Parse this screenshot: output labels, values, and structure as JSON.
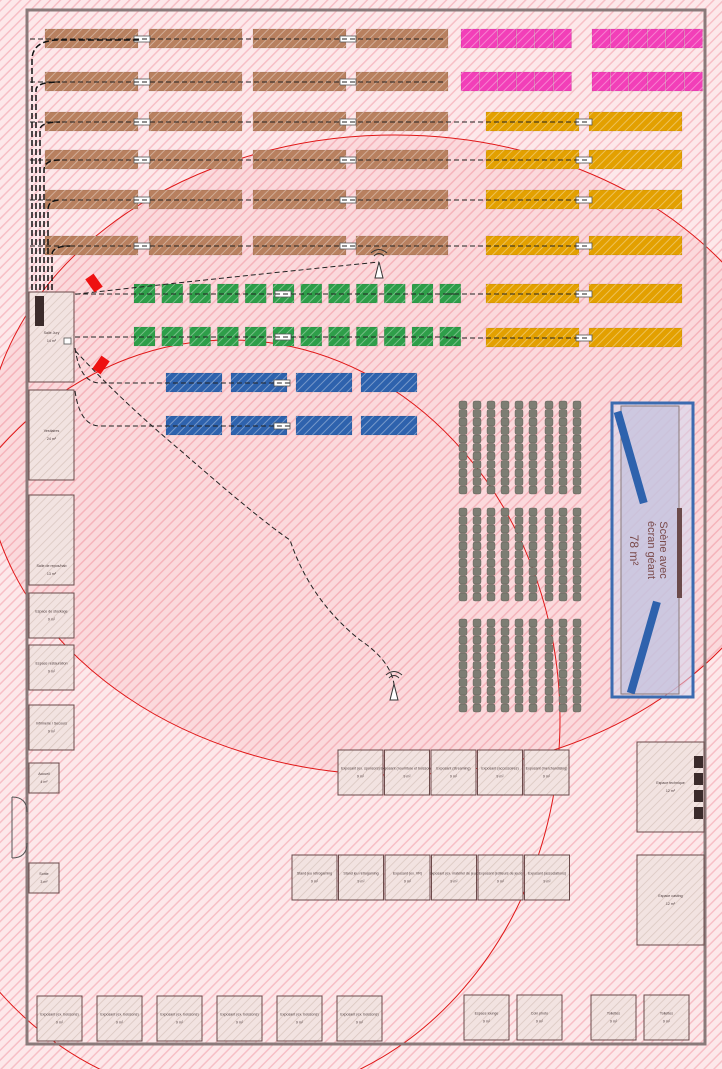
{
  "stage": {
    "title_line1": "Scène avec",
    "title_line2": "écran géant",
    "area": "78 m²"
  },
  "rooms_left": [
    {
      "name": "Salle Jury",
      "area": "14 m²"
    },
    {
      "name": "Vestiaires",
      "area": "24 m²"
    },
    {
      "name": "Salle de repos/hab",
      "area": "13 m²"
    },
    {
      "name": "Espace de stockage",
      "area": "9 m²"
    },
    {
      "name": "Espace restauration",
      "area": "9 m²"
    },
    {
      "name": "Infirmerie / Secours",
      "area": "9 m²"
    },
    {
      "name": "Accueil",
      "area": "4 m²"
    },
    {
      "name": "Sortie",
      "area": "3 m²"
    }
  ],
  "stands_row1": [
    {
      "name": "Exposant (ex. sponsors)",
      "area": "9 m²"
    },
    {
      "name": "Exposant (nourriture et boissons)",
      "area": "9 m²"
    },
    {
      "name": "Exposant (streaming)",
      "area": "9 m²"
    },
    {
      "name": "Exposant (accessoires)",
      "area": "9 m²"
    },
    {
      "name": "Exposant (merchandising)",
      "area": "9 m²"
    }
  ],
  "stands_row2": [
    {
      "name": "Stand jeu rétrogaming",
      "area": "9 m²"
    },
    {
      "name": "Stand jeu rétrogaming",
      "area": "9 m²"
    },
    {
      "name": "Exposant (ex. VR)",
      "area": "9 m²"
    },
    {
      "name": "Exposant (ex. matériel de jeux)",
      "area": "9 m²"
    },
    {
      "name": "Exposant (éditeurs de jeux)",
      "area": "9 m²"
    },
    {
      "name": "Exposant (associations)",
      "area": "9 m²"
    }
  ],
  "stands_bottom": [
    {
      "name": "Exposant (ex. boissons)",
      "area": "9 m²"
    },
    {
      "name": "Exposant (ex. boissons)",
      "area": "9 m²"
    },
    {
      "name": "Exposant (ex. boissons)",
      "area": "9 m²"
    },
    {
      "name": "Exposant (ex. boissons)",
      "area": "9 m²"
    },
    {
      "name": "Exposant (ex. boissons)",
      "area": "9 m²"
    },
    {
      "name": "Exposant (ex. boissons)",
      "area": "9 m²"
    }
  ],
  "stands_bottom_right": [
    {
      "name": "Espace lounge",
      "area": "9 m²"
    },
    {
      "name": "Coin photo",
      "area": "9 m²"
    },
    {
      "name": "Toilettes",
      "area": "9 m²"
    },
    {
      "name": "Toilettes",
      "area": "9 m²"
    }
  ],
  "right_rooms": [
    {
      "name": "Espace technique",
      "area": "12 m²"
    },
    {
      "name": "Espace casting",
      "area": "12 m²"
    }
  ],
  "colors": {
    "floor": "#fde8ea",
    "hatch": "#f7b8c0",
    "wall": "#8a7a7a",
    "brown_table": "#b8805f",
    "pink_table": "#f23fb8",
    "orange_table": "#e3a000",
    "green_table": "#2e9e49",
    "blue_table": "#2e62ad",
    "seat": "#7d7d73",
    "coverage": "#e01818",
    "stage_border": "#3b6bb0"
  }
}
